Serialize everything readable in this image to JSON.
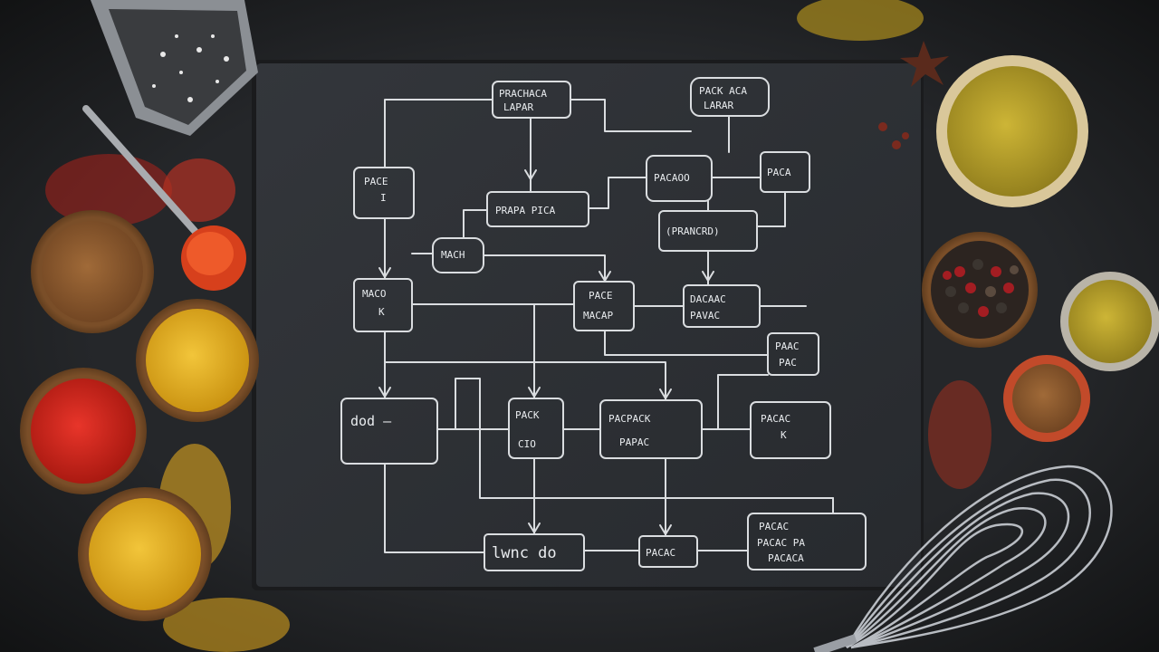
{
  "scene": {
    "description_colors": {
      "background": "#1d1e20",
      "slate": "#2c2f33",
      "chalk": "#e9ecef",
      "turmeric": "#e0a91f",
      "chili": "#c8251b",
      "paprika": "#e2501f",
      "cumin": "#8a5a2e",
      "curry": "#b7a02a",
      "wood": "#6b4423"
    }
  },
  "chalk_labels": {
    "n1": "PRACHACA",
    "n1b": "LAPAR",
    "n2": "PACK ACA",
    "n2b": "LARAR",
    "n3": "PACE",
    "n3b": "I",
    "n4": "PRAPA PICA",
    "n5": "PACAOO",
    "n6": "PACA",
    "n7": "(PRANCRD)",
    "n8": "MACH",
    "n9": "MACO",
    "n9b": "K",
    "n10": "PACE",
    "n10b": "MACAP",
    "n11": "DACAAC",
    "n11b": "PAVAC",
    "n12": "PAAC",
    "n12b": "PAC",
    "n13": "dod —",
    "n14": "PACK",
    "n14b": "CIO",
    "n15": "PACPACK",
    "n15b": "PAPAC",
    "n16": "PACAC",
    "n16b": "K",
    "n17": "lwnc do",
    "n18": "PACAC",
    "n19": "PACAC",
    "n19b": "PACAC PA",
    "n19c": "PACACA"
  }
}
